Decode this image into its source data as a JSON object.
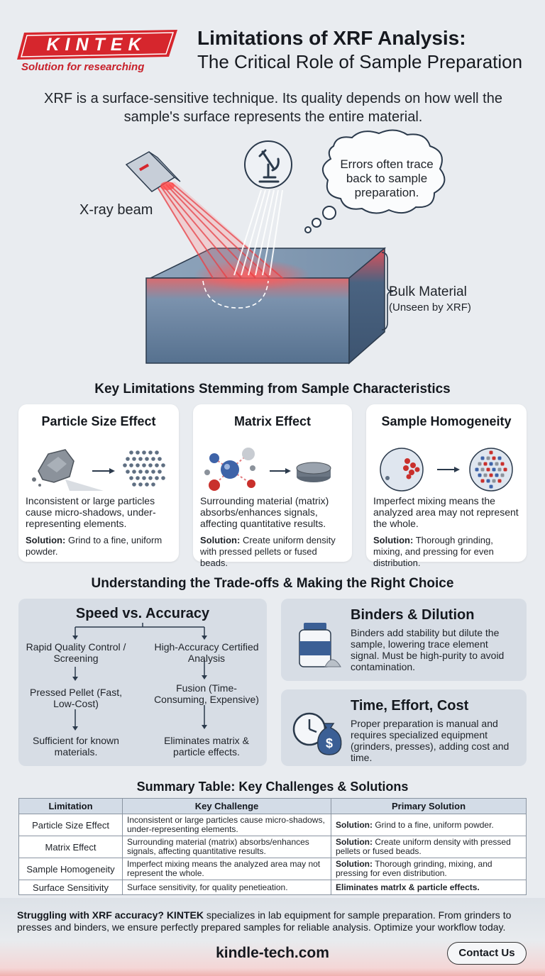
{
  "brand": {
    "logo_text": "KINTEK",
    "tagline": "Solution for researching",
    "red": "#d6262d"
  },
  "header": {
    "title_line1": "Limitations of XRF Analysis:",
    "title_line2": "The Critical Role of Sample Preparation"
  },
  "intro": "XRF is a surface-sensitive technique. Its quality depends on how well the sample's surface represents the entire material.",
  "hero": {
    "xray_label": "X-ray beam",
    "thought_bubble": "Errors often trace back to sample preparation.",
    "bulk_label": "Bulk Material",
    "bulk_sub": "(Unseen by XRF)",
    "icons": [
      "x-ray-source-icon",
      "microscope-icon"
    ]
  },
  "limitations": {
    "title": "Key Limitations Stemming from Sample Characteristics",
    "cards": [
      {
        "title": "Particle Size Effect",
        "desc": "Inconsistent or large particles cause micro-shadows, under-representing elements.",
        "solution_label": "Solution:",
        "solution": "Grind to a fine, uniform powder."
      },
      {
        "title": "Matrix Effect",
        "desc": "Surrounding material (matrix) absorbs/enhances signals, affecting quantitative results.",
        "solution_label": "Solution:",
        "solution": "Create uniform density with pressed pellets or fused beads."
      },
      {
        "title": "Sample Homogeneity",
        "desc": "Imperfect mixing means the analyzed area may not represent the whole.",
        "solution_label": "Solution:",
        "solution": "Thorough grinding, mixing, and pressing for even distribution."
      }
    ]
  },
  "tradeoffs": {
    "title": "Understanding the Trade-offs & Making the Right Choice",
    "speed_accuracy": {
      "title": "Speed vs. Accuracy",
      "left": [
        "Rapid Quality Control / Screening",
        "Pressed Pellet (Fast, Low-Cost)",
        "Sufficient for known materials."
      ],
      "right": [
        "High-Accuracy Certified Analysis",
        "Fusion (Time-Consuming, Expensive)",
        "Eliminates matrix & particle effects."
      ]
    },
    "binders": {
      "title": "Binders & Dilution",
      "desc": "Binders add stability but dilute the sample, lowering trace element signal. Must be high-purity to avoid contamination."
    },
    "time": {
      "title": "Time, Effort, Cost",
      "desc": "Proper preparation is manual and requires specialized equipment (grinders, presses), adding cost and time."
    }
  },
  "summary": {
    "title": "Summary Table: Key Challenges & Solutions",
    "headers": [
      "Limitation",
      "Key Challenge",
      "Primary Solution"
    ],
    "rows": [
      {
        "limitation": "Particle Size Effect",
        "challenge": "Inconsistent or large particles cause micro-shadows, under-representing elements.",
        "solution_label": "Solution:",
        "solution": "Grind to a fine, uniform powder."
      },
      {
        "limitation": "Matrix Effect",
        "challenge": "Surrounding material (matrix) absorbs/enhances signals, affecting quantitative results.",
        "solution_label": "Solution:",
        "solution": "Create uniform density with pressed pellets or fused beads."
      },
      {
        "limitation": "Sample Homogeneity",
        "challenge": "Imperfect mixing means the analyzed area may not represent the whole.",
        "solution_label": "Solution:",
        "solution": "Thorough grinding, mixing, and pressing for even distribution."
      },
      {
        "limitation": "Surface Sensitivity",
        "challenge": "Surface sensitivity, for quality penetieation.",
        "solution_label": "",
        "solution": "Eliminates matrlx & particle effects."
      }
    ]
  },
  "footer": {
    "cta_lead": "Struggling with XRF accuracy?",
    "cta_brand": "KINTEK",
    "cta_rest": "specializes in lab equipment for sample preparation. From grinders to presses and binders, we ensure perfectly prepared samples for reliable analysis. Optimize your workflow today.",
    "website": "kindle-tech.com",
    "contact_button": "Contact Us"
  }
}
